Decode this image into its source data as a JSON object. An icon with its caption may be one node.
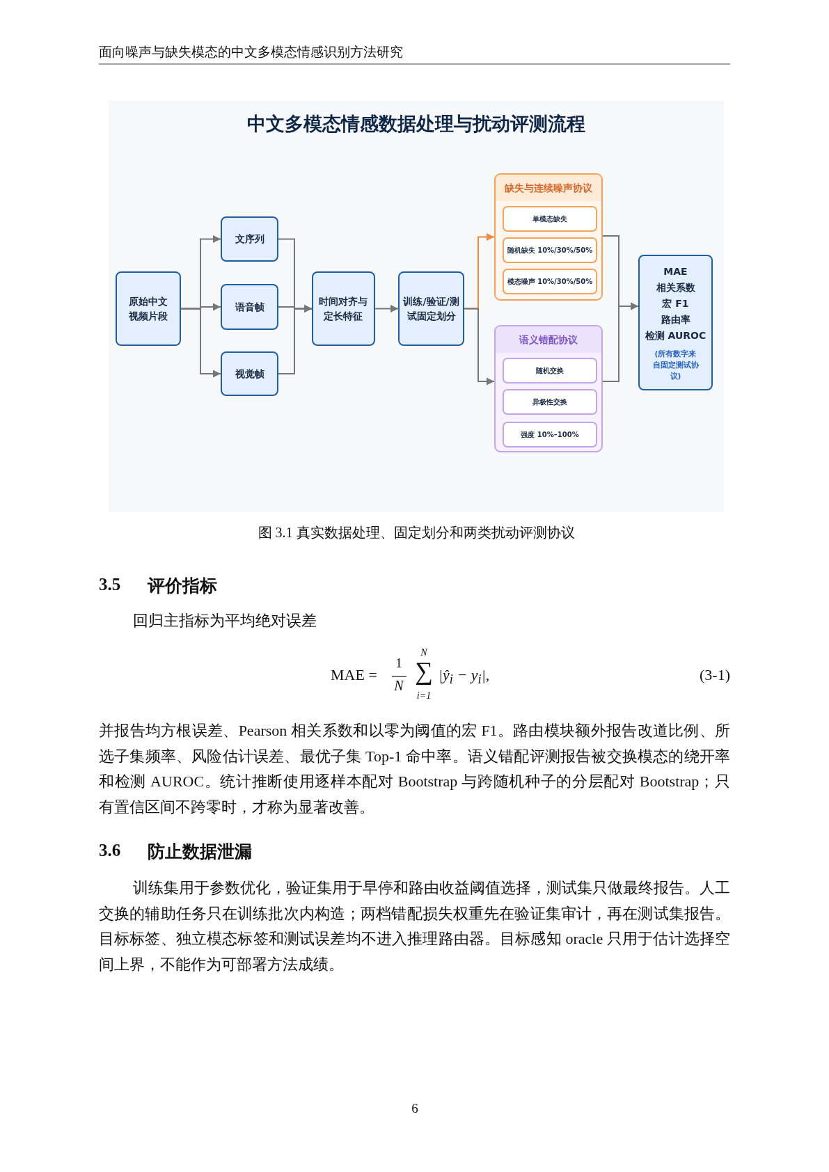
{
  "diagram": {
    "title": "中文多模态情感数据处理与扰动评测流程",
    "caption": "图 3.1 真实数据处理、固定划分和两类扰动评测协议",
    "nodes": [
      {
        "text": [
          "原始中文视频片段"
        ]
      },
      {
        "text": [
          "文序列"
        ]
      },
      {
        "text": [
          "语音帧"
        ]
      },
      {
        "text": [
          "视觉帧"
        ]
      },
      {
        "text": [
          "时间对齐与定长特征"
        ]
      },
      {
        "text": [
          "训练/验证/测试固定划分"
        ]
      },
      {
        "text": [
          "缺失与连续噪声协议"
        ]
      },
      {
        "text": [
          "单模态缺失"
        ],
        "in": 6
      },
      {
        "text": [
          "随机缺失 10%/30%/50%"
        ],
        "in": 6
      },
      {
        "text": [
          "模态噪声 10%/30%/50%"
        ],
        "in": 6
      },
      {
        "text": [
          "语义错配协议"
        ]
      },
      {
        "text": [
          "随机交换"
        ],
        "in": 10
      },
      {
        "text": [
          "异极性交换"
        ],
        "in": 10
      },
      {
        "text": [
          "强度 10%–100%"
        ],
        "in": 10
      },
      {
        "text": [
          "MAE",
          "相关系数",
          "宏 F1",
          "路由率",
          "检测 AUROC",
          "(所有数字来自固定测试协议)"
        ]
      }
    ],
    "edges": [
      {
        "from": 0,
        "to": 1,
        "arrow": "to"
      },
      {
        "from": 0,
        "to": 2,
        "arrow": "to"
      },
      {
        "from": 0,
        "to": 3,
        "arrow": "to"
      },
      {
        "from": 1,
        "to": 4,
        "arrow": "to"
      },
      {
        "from": 2,
        "to": 4,
        "arrow": "to"
      },
      {
        "from": 3,
        "to": 4,
        "arrow": "to"
      },
      {
        "from": 4,
        "to": 5,
        "arrow": "to"
      },
      {
        "from": 5,
        "to": 6,
        "arrow": "to",
        "color": "#f0883e"
      },
      {
        "from": 5,
        "to": 10,
        "arrow": "to"
      },
      {
        "from": 6,
        "to": 14,
        "arrow": "to"
      },
      {
        "from": 10,
        "to": 14,
        "arrow": "to"
      }
    ],
    "labels": [
      "面向噪声与缺失模态的中文多模态情感识别方法研究",
      "3.5",
      "评价指标",
      "回归主指标为平均绝对误差",
      "MAE =",
      "1",
      "N",
      "N",
      "∑",
      "i=1",
      "|ŷ$_{i}$ − y$_{i}$|,",
      "(3-1)",
      "并报告均方根误差、Pearson 相关系数和以零为阈值的宏 F1。路由模块额外报告改道比例、所选子集频率、风险估计误差、最优子集 Top-1 命中率。语义错配评测报告被交换模态的绕开率和检测 AUROC。统计推断使用逐样本配对 Bootstrap 与跨随机种子的分层配对 Bootstrap；只有置信区间不跨零时，才称为显著改善。",
      "3.6",
      "防止数据泄漏",
      "训练集用于参数优化，验证集用于早停和路由收益阈值选择，测试集只做最终报告。人工交换的辅助任务只在训练批次内构造；两档错配损失权重先在验证集审计，再在测试集报告。目标标签、独立模态标签和测试误差均不进入推理路由器。目标感知 oracle 只用于估计选择空间上界，不能作为可部署方法成绩。",
      "6"
    ]
  }
}
